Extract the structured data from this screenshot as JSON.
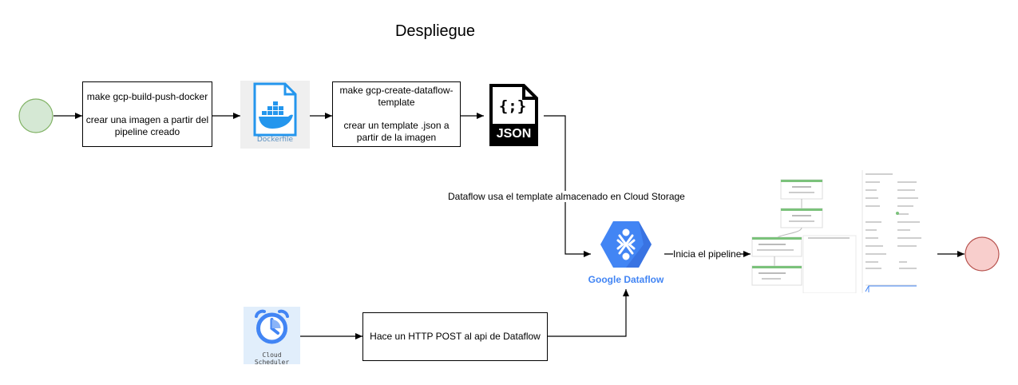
{
  "title": "Despliegue",
  "steps": {
    "build_push": {
      "command": "make gcp-build-push-docker",
      "description": "crear una imagen a partir del pipeline creado"
    },
    "create_template": {
      "command": "make gcp-create-dataflow-template",
      "description": "crear un template .json a partir de la imagen"
    },
    "http_post": {
      "label": "Hace un HTTP POST al api de Dataflow"
    }
  },
  "icons": {
    "dockerfile": {
      "label": "Dockerfile",
      "icon": "docker-whale-file-icon",
      "color": "#2496ed"
    },
    "json": {
      "braces": "{;}",
      "label": "JSON",
      "icon": "json-file-icon"
    },
    "dataflow": {
      "label": "Google Dataflow",
      "icon": "google-dataflow-hexagon-icon",
      "color": "#4285f4"
    },
    "scheduler": {
      "label": "Cloud Scheduler",
      "icon": "alarm-clock-icon",
      "color": "#4285f4"
    }
  },
  "edge_labels": {
    "template_storage": "Dataflow usa el template almacenado en Cloud Storage",
    "start_pipeline": "Inicia el pipeline"
  },
  "events": {
    "start_color": "#d5e8d4",
    "start_stroke": "#82b366",
    "end_color": "#f8cecc",
    "end_stroke": "#b85450"
  }
}
